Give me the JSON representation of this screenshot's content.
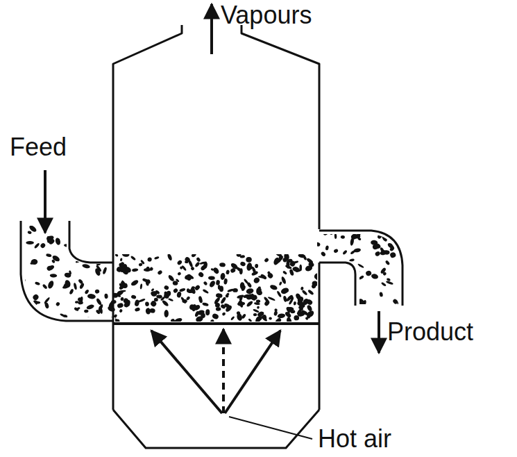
{
  "diagram": {
    "labels": [
      "Vapours",
      "Feed",
      "Product",
      "Hot air"
    ]
  }
}
